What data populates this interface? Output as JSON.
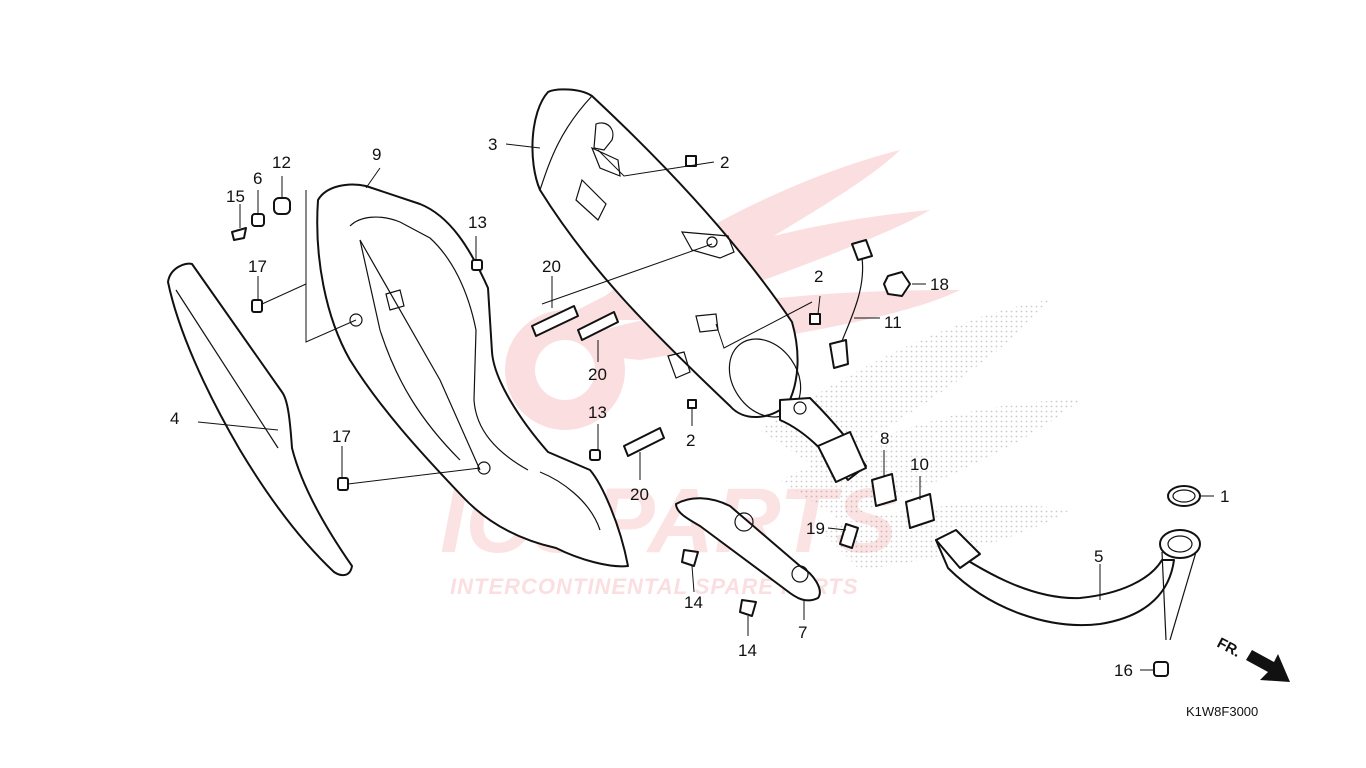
{
  "diagram": {
    "code": "K1W8F3000",
    "direction_label": "FR.",
    "watermark": {
      "brand": "ICSPARTS",
      "tagline": "INTERCONTINENTAL SPARE PARTS"
    },
    "callouts": {
      "c1": "1",
      "c2a": "2",
      "c2b": "2",
      "c2c": "2",
      "c3": "3",
      "c4": "4",
      "c5": "5",
      "c6": "6",
      "c7": "7",
      "c8": "8",
      "c9": "9",
      "c10": "10",
      "c11": "11",
      "c12": "12",
      "c13a": "13",
      "c13b": "13",
      "c14a": "14",
      "c14b": "14",
      "c15": "15",
      "c16": "16",
      "c17a": "17",
      "c17b": "17",
      "c18": "18",
      "c19": "19",
      "c20a": "20",
      "c20b": "20",
      "c20c": "20"
    }
  }
}
